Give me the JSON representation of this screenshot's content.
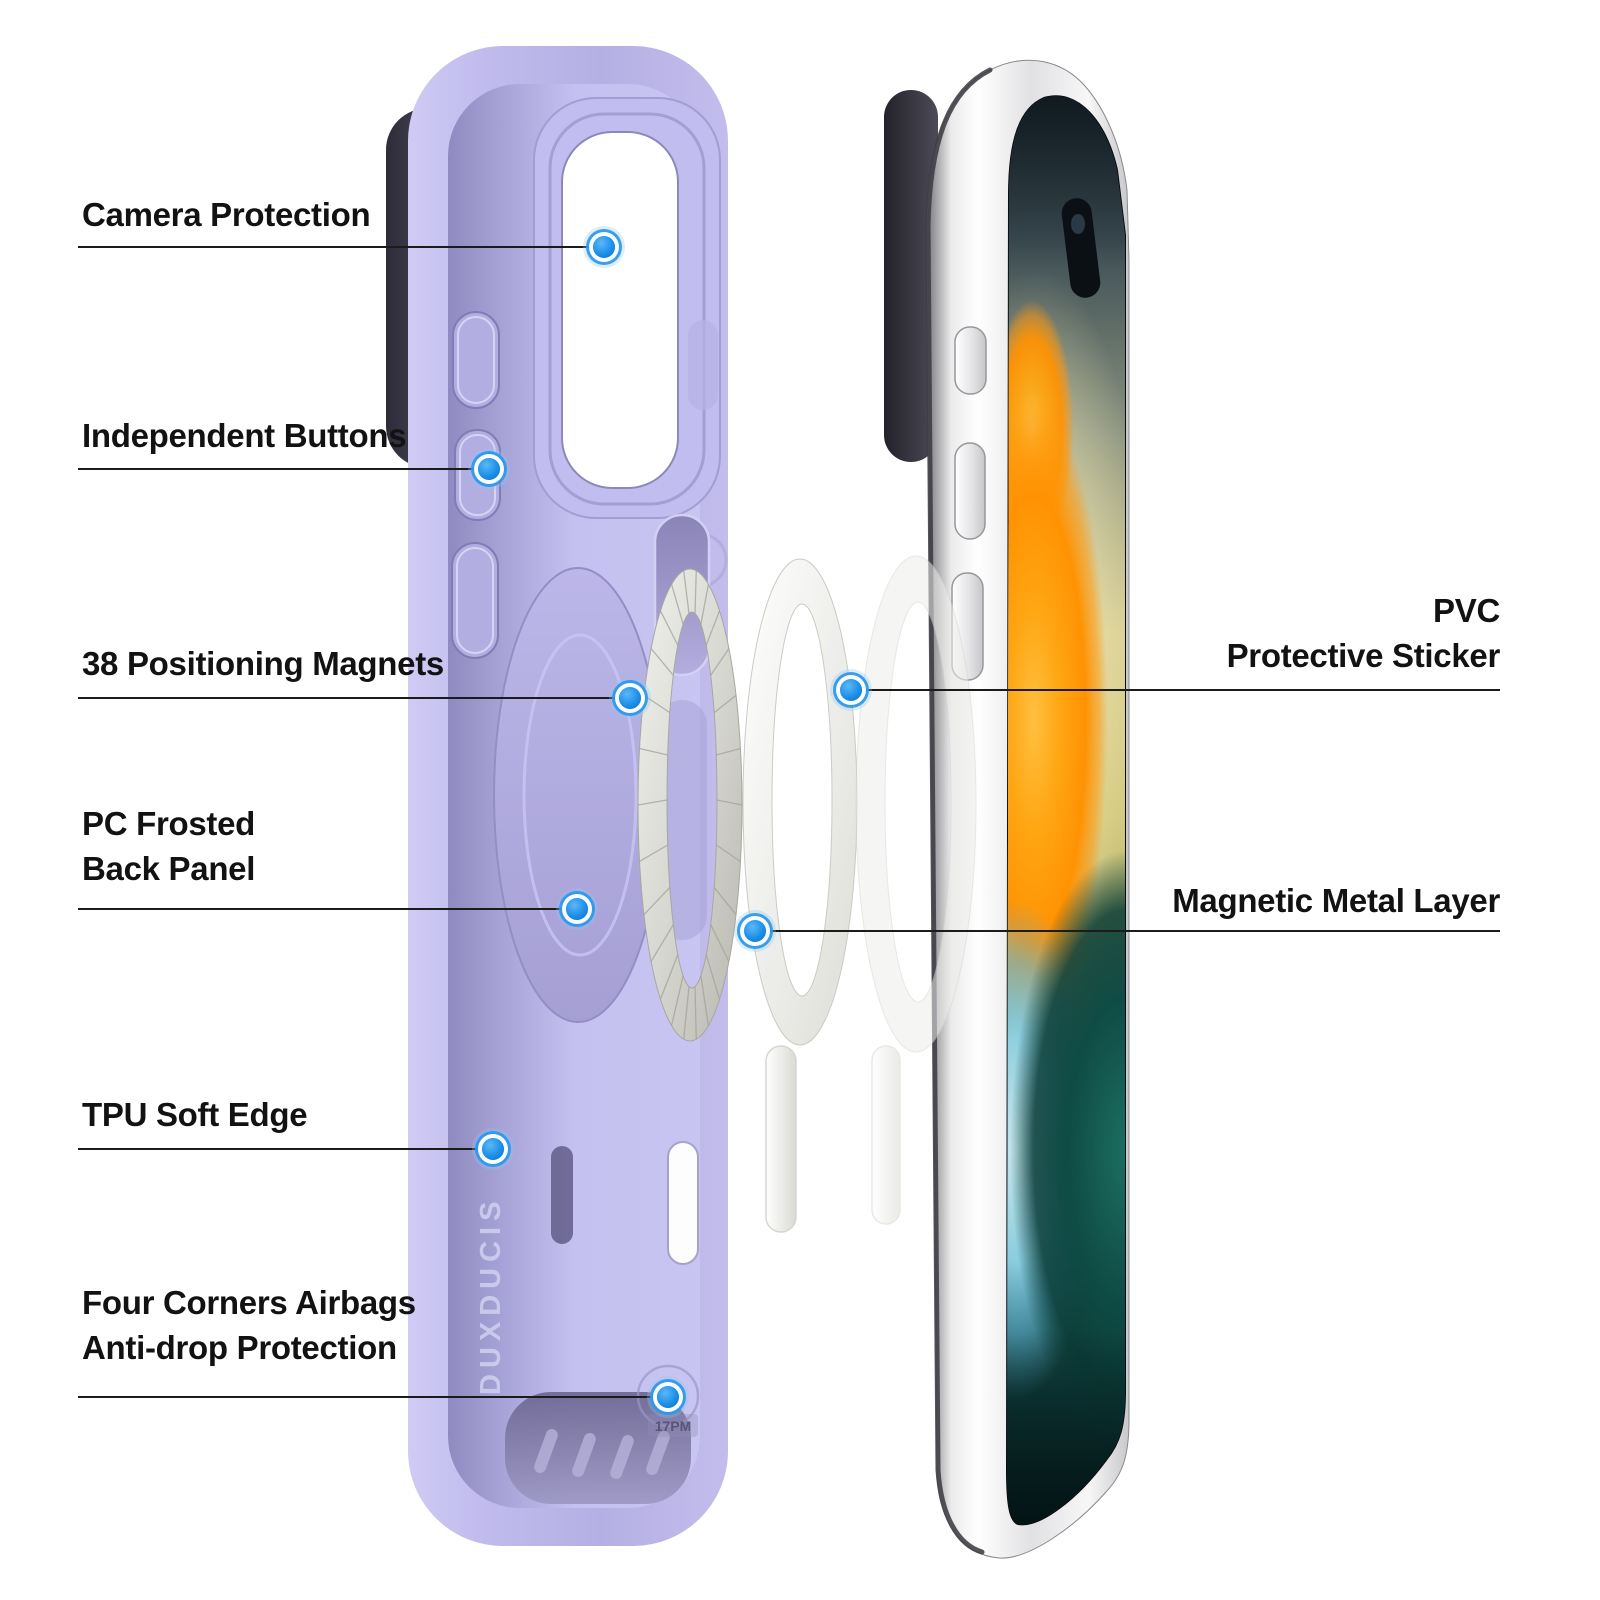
{
  "figure": {
    "kind": "phone-case feature diagram",
    "marker_icon": "blue-dot-marker",
    "marker_count": 8
  },
  "callouts": {
    "camera_protection": {
      "label": "Camera Protection"
    },
    "independent_buttons": {
      "label": "Independent Buttons"
    },
    "positioning_magnets": {
      "label": "38 Positioning Magnets"
    },
    "pc_frosted_back_panel": {
      "line1": "PC Frosted",
      "line2": "Back Panel"
    },
    "tpu_soft_edge": {
      "label": "TPU Soft Edge"
    },
    "four_corners_airbags": {
      "line1": "Four Corners Airbags",
      "line2": "Anti-drop Protection"
    },
    "pvc_protective_sticker": {
      "line1": "PVC",
      "line2": "Protective Sticker"
    },
    "magnetic_metal_layer": {
      "label": "Magnetic Metal Layer"
    }
  },
  "branding": {
    "case_engraving": "DUXDUCIS",
    "mold_marking": "17PM"
  },
  "colors": {
    "background": "#ffffff",
    "label_text": "#121212",
    "leader_line": "#1b1b1b",
    "marker_blue": "#1d8fe8",
    "case_lavender": "#bdb8e9",
    "case_shadow": "#3b3948",
    "phone_frame_silver": "#e8e8ea",
    "screen_orange": "#ff9a06",
    "screen_teal": "#0e4a44",
    "screen_cyan": "#8fd2e6",
    "ring_metal": "#d9d9d2"
  }
}
